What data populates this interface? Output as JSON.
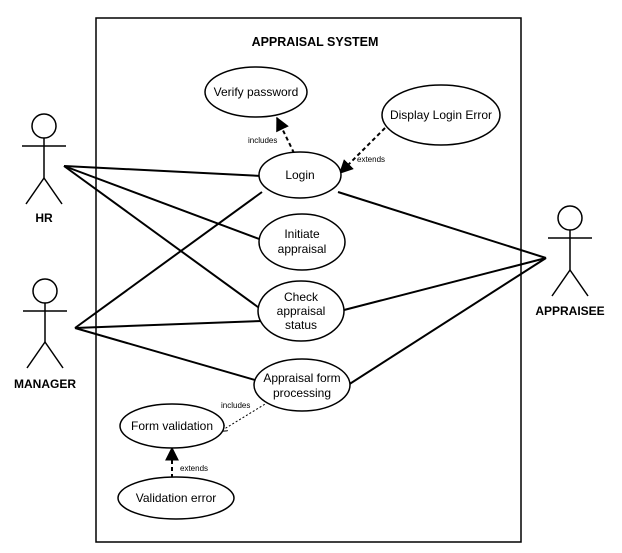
{
  "system": {
    "title": "APPRAISAL SYSTEM"
  },
  "actors": {
    "hr": "HR",
    "manager": "MANAGER",
    "appraisee": "APPRAISEE"
  },
  "use_cases": {
    "verify_password": [
      "Verify password"
    ],
    "display_login_error": [
      "Display Login Error"
    ],
    "login": [
      "Login"
    ],
    "initiate_appraisal": [
      "Initiate",
      "appraisal"
    ],
    "check_appraisal_status": [
      "Check",
      "appraisal",
      "status"
    ],
    "appraisal_form_processing": [
      "Appraisal form",
      "processing"
    ],
    "form_validation": [
      "Form validation"
    ],
    "validation_error": [
      "Validation error"
    ]
  },
  "relations": {
    "includes_1": "includes",
    "extends_1": "extends",
    "includes_2": "includes",
    "extends_2": "extends"
  }
}
